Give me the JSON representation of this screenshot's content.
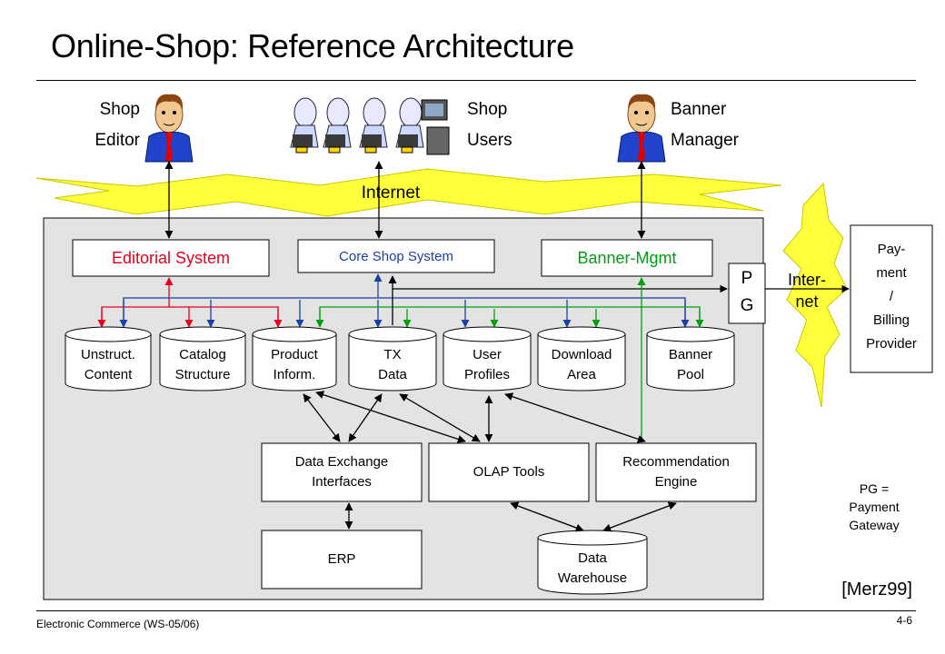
{
  "title": "Online-Shop: Reference Architecture",
  "footer": {
    "left": "Electronic Commerce (WS-05/06)",
    "right": "4-6"
  },
  "citation": "[Merz99]",
  "actors": {
    "shop_editor": [
      "Shop",
      "Editor"
    ],
    "shop_users": [
      "Shop",
      "Users"
    ],
    "banner_manager": [
      "Banner",
      "Manager"
    ]
  },
  "clouds": {
    "internet": "Internet",
    "internet2": [
      "Inter-",
      "net"
    ]
  },
  "systems": {
    "editorial": "Editorial System",
    "core": "Core Shop System",
    "banner_mgmt": "Banner-Mgmt"
  },
  "pg": {
    "top": "P",
    "bottom": "G"
  },
  "payment": [
    "Pay-",
    "ment",
    "/",
    "Billing",
    "Provider"
  ],
  "pg_legend": [
    "PG =",
    "Payment",
    "Gateway"
  ],
  "stores": {
    "unstruct": [
      "Unstruct.",
      "Content"
    ],
    "catalog": [
      "Catalog",
      "Structure"
    ],
    "product": [
      "Product",
      "Inform."
    ],
    "tx": [
      "TX",
      "Data"
    ],
    "user_profiles": [
      "User",
      "Profiles"
    ],
    "download": [
      "Download",
      "Area"
    ],
    "banner_pool": [
      "Banner",
      "Pool"
    ],
    "data_warehouse": [
      "Data",
      "Warehouse"
    ]
  },
  "boxes": {
    "data_exchange": [
      "Data Exchange",
      "Interfaces"
    ],
    "olap": "OLAP Tools",
    "recommendation": [
      "Recommendation",
      "Engine"
    ],
    "erp": "ERP"
  },
  "colors": {
    "red": "#e8001e",
    "blue": "#1a3fa8",
    "green": "#00a012",
    "panel": "#e3e3e3",
    "cloud": "#ffff3c"
  }
}
